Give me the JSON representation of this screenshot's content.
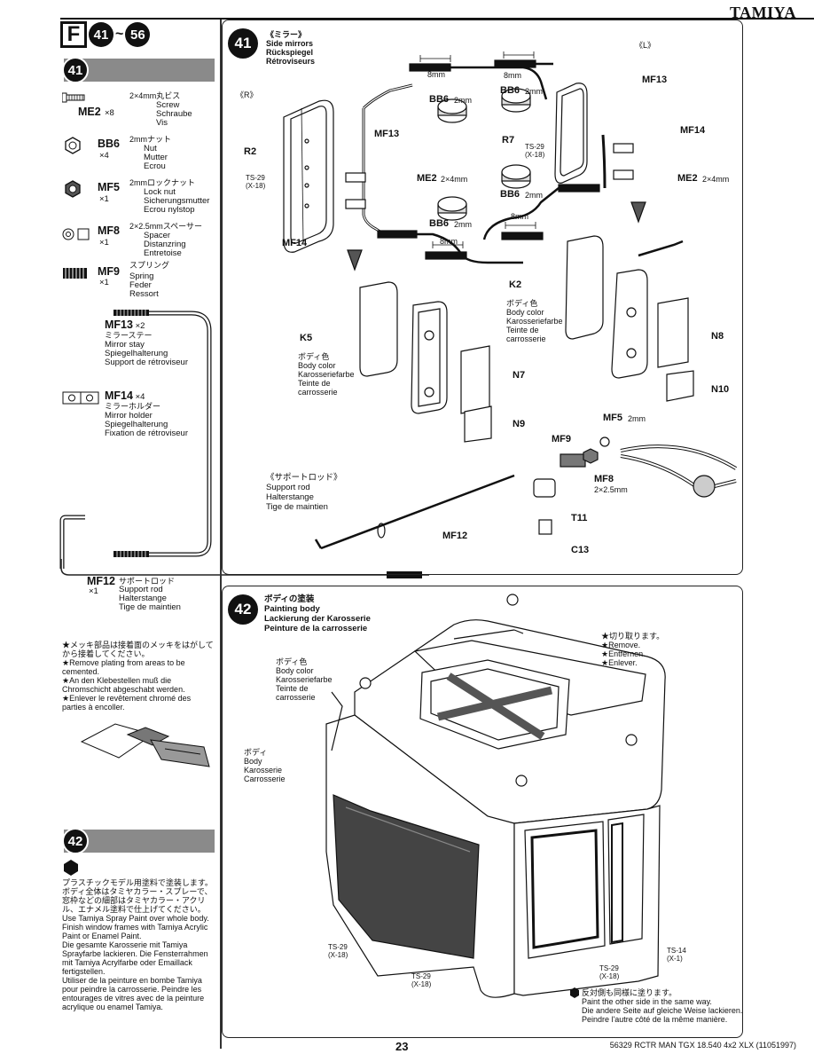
{
  "brand": "TAMIYA",
  "section": {
    "letter": "F",
    "start": "41",
    "sep": "~",
    "end": "56"
  },
  "step41": {
    "number": "41",
    "parts": [
      {
        "jp": "2×4mm丸ビス",
        "code": "ME2",
        "qty": "×8",
        "names": "Screw\nSchraube\nVis"
      },
      {
        "jp": "2mmナット",
        "code": "BB6",
        "qty": "×4",
        "names": "Nut\nMutter\nEcrou"
      },
      {
        "jp": "2mmロックナット",
        "code": "MF5",
        "qty": "×1",
        "names": "Lock nut\nSicherungsmutter\nEcrou nylstop"
      },
      {
        "jp": "2×2.5mmスペーサー",
        "code": "MF8",
        "qty": "×1",
        "names": "Spacer\nDistanzring\nEntretoise"
      },
      {
        "jp": "スプリング",
        "code": "MF9",
        "qty": "×1",
        "names": "Spring\nFeder\nRessort"
      }
    ],
    "mf13": {
      "code": "MF13",
      "qty": "×2",
      "jp": "ミラーステー",
      "names": "Mirror stay\nSpiegelhalterung\nSupport de rétroviseur"
    },
    "mf14": {
      "code": "MF14",
      "qty": "×4",
      "jp": "ミラーホルダー",
      "names": "Mirror holder\nSpiegelhalterung\nFixation de rétroviseur"
    },
    "mf12": {
      "code": "MF12",
      "qty": "×1",
      "jp": "サポートロッド",
      "names": "Support rod\nHalterstange\nTige de maintien"
    },
    "plating_note": "★メッキ部品は接着面のメッキをはがしてから接着してください。\n★Remove plating from areas to be cemented.\n★An den Klebestellen muß die Chromschicht abgeschabt werden.\n★Enlever le revêtement chromé des parties à encoller.",
    "mirror_title": "《ミラー》\nSide mirrors\nRückspiegel\nRétroviseurs",
    "side_R": "《R》",
    "side_L": "《L》",
    "body_color": "ボディ色\nBody color\nKarosseriefarbe\nTeinte de\ncarrosserie",
    "support_rod": "《サポートロッド》\nSupport rod\nHalterstange\nTige de maintien",
    "ts29": "TS-29\n(X-18)",
    "dim": "8mm",
    "callouts": {
      "mf13": "MF13",
      "mf14": "MF14",
      "me2": "ME2",
      "me2size": "2×4mm",
      "bb6": "BB6",
      "bb6size": "2mm",
      "r2": "R2",
      "r7": "R7",
      "k2": "K2",
      "k5": "K5",
      "n7": "N7",
      "n8": "N8",
      "n9": "N9",
      "n10": "N10",
      "mf5": "MF5",
      "mf5size": "2mm",
      "mf9": "MF9",
      "mf8": "MF8",
      "mf8size": "2×2.5mm",
      "mf12": "MF12",
      "t11": "T11",
      "c13": "C13"
    }
  },
  "step42": {
    "number": "42",
    "title": "ボディの塗装\nPainting body\nLackierung der Karosserie\nPeinture de la carrosserie",
    "instructions": "プラスチックモデル用塗料で塗装します。ボディ全体はタミヤカラー・スプレーで、窓枠などの細部はタミヤカラー・アクリル、エナメル塗料で仕上げてください。\nUse Tamiya Spray Paint over whole body. Finish window frames with Tamiya Acrylic Paint or Enamel Paint.\nDie gesamte Karosserie mit Tamiya Sprayfarbe lackieren. Die Fensterrahmen mit Tamiya Acrylfarbe oder Emaillack fertigstellen.\nUtiliser de la peinture en bombe Tamiya pour peindre la carrosserie. Peindre les entourages de vitres avec de la peinture acrylique ou enamel Tamiya.",
    "body_color": "ボディ色\nBody color\nKarosseriefarbe\nTeinte de\ncarrosserie",
    "body": "ボディ\nBody\nKarosserie\nCarrosserie",
    "cut": "★切り取ります。\n★Remove.\n★Entfernen.\n★Enlever.",
    "ts29": "TS-29\n(X-18)",
    "ts14": "TS-14\n(X-1)",
    "other_side": "反対側も同様に塗ります。\nPaint the other side in the same way.\nDie andere Seite auf gleiche Weise lackieren.\nPeindre l'autre côté de la même manière."
  },
  "footer": {
    "page": "23",
    "model": "56329 RCTR MAN TGX 18.540 4x2 XLX (11051997)"
  }
}
